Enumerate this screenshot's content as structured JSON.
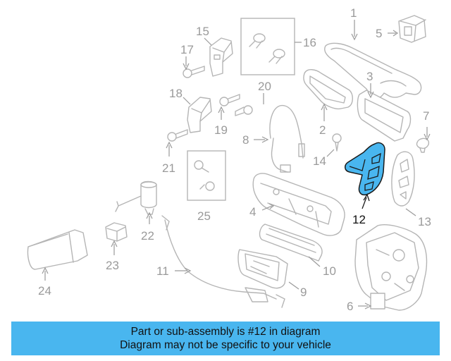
{
  "callouts": {
    "c1": "1",
    "c2": "2",
    "c3": "3",
    "c4": "4",
    "c5": "5",
    "c6": "6",
    "c7": "7",
    "c8": "8",
    "c9": "9",
    "c10": "10",
    "c11": "11",
    "c12": "12",
    "c13": "13",
    "c14": "14",
    "c15": "15",
    "c16": "16",
    "c17": "17",
    "c18": "18",
    "c19": "19",
    "c20": "20",
    "c21": "21",
    "c22": "22",
    "c23": "23",
    "c24": "24",
    "c25": "25"
  },
  "highlighted_part": "12",
  "colors": {
    "highlight": "#49b6ef",
    "outline": "#b5b5b5",
    "label": "#9a9a9a",
    "active_label": "#111111"
  },
  "banner": {
    "line1": "Part or sub-assembly is #12 in diagram",
    "line2": "Diagram may not be specific to your vehicle"
  }
}
